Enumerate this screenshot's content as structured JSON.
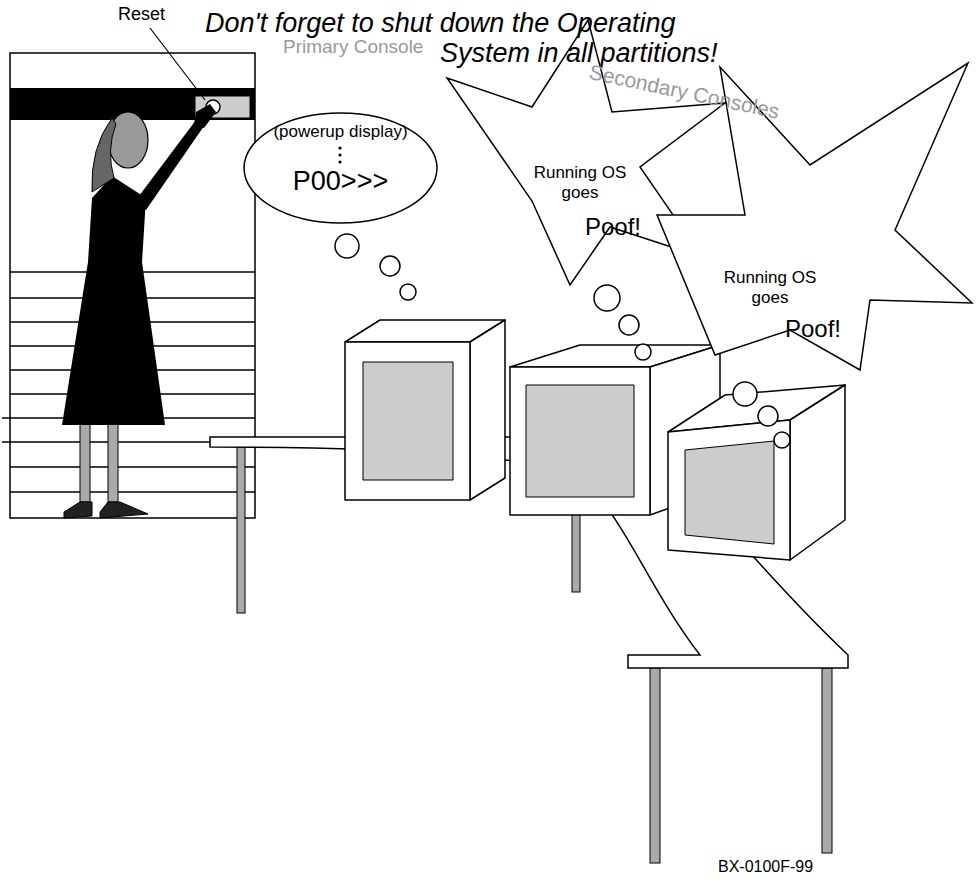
{
  "diagram": {
    "nodes": [
      {
        "text": [
          "(powerup display)",
          "P00>>>"
        ]
      },
      {
        "text": [
          "Running OS goes",
          "Poof!"
        ]
      },
      {
        "text": [
          "Running OS goes",
          "Poof!"
        ]
      }
    ],
    "labels": [
      "Reset",
      "Don't forget to shut down the Operating System in all partitions!",
      "Primary Console",
      "Secondary Consoles",
      "BX-0100F-99"
    ]
  }
}
